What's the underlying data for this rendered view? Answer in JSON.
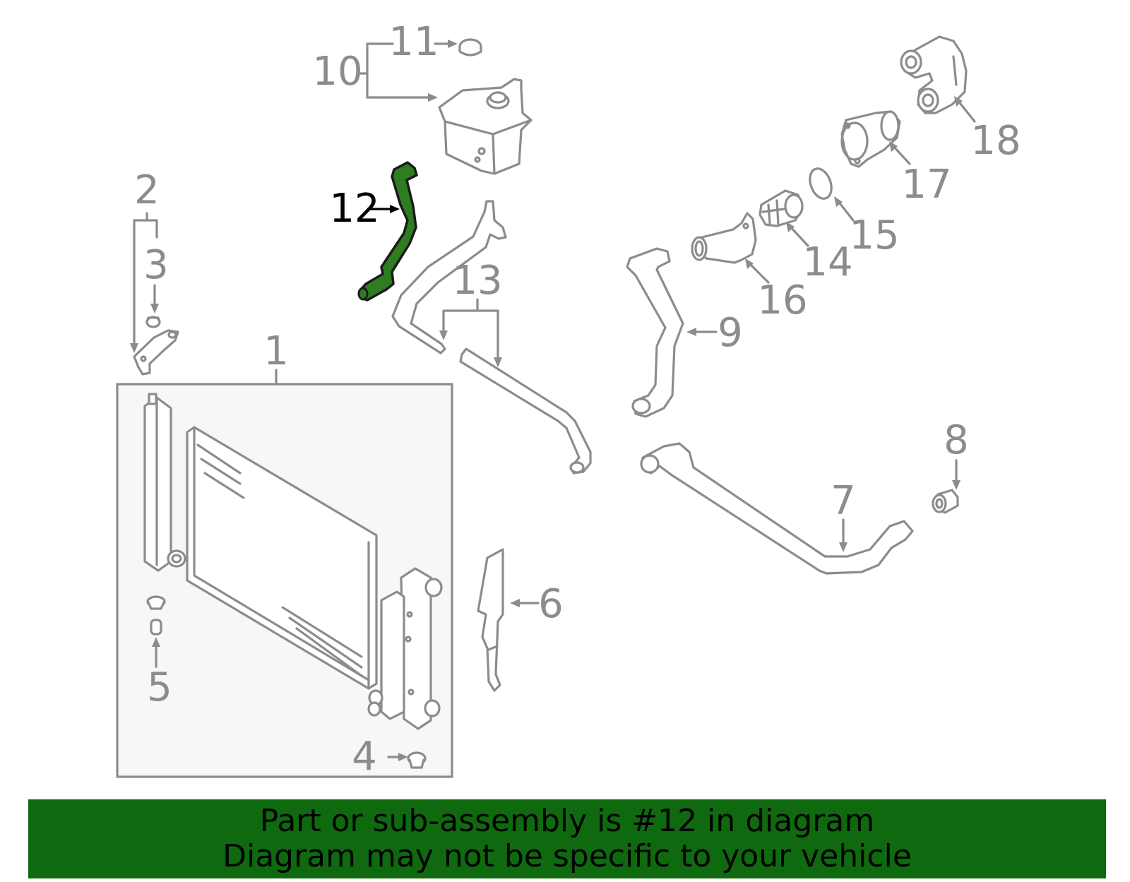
{
  "diagram": {
    "highlight_color": "#2e7d1f",
    "part_color": "#8c8c8c",
    "panel_fill": "#f7f7f7",
    "callouts": [
      {
        "id": "1",
        "label": "1"
      },
      {
        "id": "2",
        "label": "2"
      },
      {
        "id": "3",
        "label": "3"
      },
      {
        "id": "4",
        "label": "4"
      },
      {
        "id": "5",
        "label": "5"
      },
      {
        "id": "6",
        "label": "6"
      },
      {
        "id": "7",
        "label": "7"
      },
      {
        "id": "8",
        "label": "8"
      },
      {
        "id": "9",
        "label": "9"
      },
      {
        "id": "10",
        "label": "10"
      },
      {
        "id": "11",
        "label": "11"
      },
      {
        "id": "12",
        "label": "12",
        "highlighted": true
      },
      {
        "id": "13",
        "label": "13"
      },
      {
        "id": "14",
        "label": "14"
      },
      {
        "id": "15",
        "label": "15"
      },
      {
        "id": "16",
        "label": "16"
      },
      {
        "id": "17",
        "label": "17"
      },
      {
        "id": "18",
        "label": "18"
      }
    ]
  },
  "banner": {
    "background": "#0f6a0f",
    "line1": "Part or sub-assembly is #12 in diagram",
    "line2": "Diagram may not be specific to your vehicle"
  }
}
